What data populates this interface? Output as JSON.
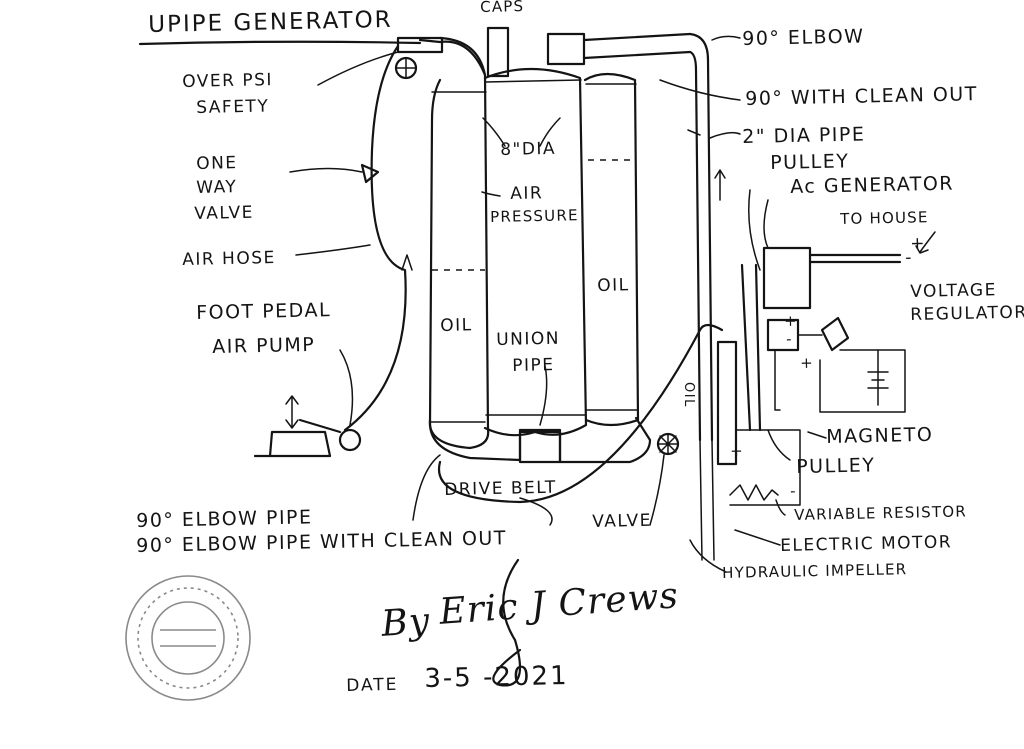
{
  "title": "UPIPE GENERATOR",
  "labels": {
    "caps": "CAPS",
    "elbow_90_top": "90° ELBOW",
    "over_psi": "OVER PSI",
    "safety": "SAFETY",
    "clean_out_top": "90° WITH CLEAN OUT",
    "pipe_2dia": "2\" DIA PIPE",
    "pulley_top": "PULLEY",
    "dia_8": "8\"DIA",
    "one": "ONE",
    "way": "WAY",
    "valve_left": "VALVE",
    "air": "AIR",
    "pressure": "PRESSURE",
    "ac_generator": "Ac GENERATOR",
    "to_house": "TO HOUSE",
    "air_hose": "AIR HOSE",
    "oil_right": "OIL",
    "voltage": "VOLTAGE",
    "regulator": "REGULATOR",
    "foot_pedal": "FOOT PEDAL",
    "air_pump": "AIR PUMP",
    "oil_left": "OIL",
    "union": "UNION",
    "pipe_union": "PIPE",
    "magneto": "MAGNETO",
    "pulley_bottom": "PULLEY",
    "drive_belt": "DRIVE BELT",
    "elbow_pipe": "90° ELBOW PIPE",
    "elbow_pipe_clean": "90° ELBOW PIPE WITH CLEAN OUT",
    "valve_bottom": "VALVE",
    "variable_resistor": "VARIABLE RESISTOR",
    "electric_motor": "ELECTRIC MOTOR",
    "hydraulic_impeller": "HYDRAULIC IMPELLER",
    "mini_label": "OIL",
    "plus_house": "+",
    "minus_house": "-",
    "plus_a": "+",
    "minus_a": "-",
    "plus_b": "+",
    "plus_c": "+",
    "minus_c": "-"
  },
  "signature": {
    "by": "By",
    "name": "Eric J Crews",
    "date_label": "DATE",
    "date_value": "3-5  -2021"
  },
  "ink_color": "#141414",
  "paper_color": "#ffffff"
}
